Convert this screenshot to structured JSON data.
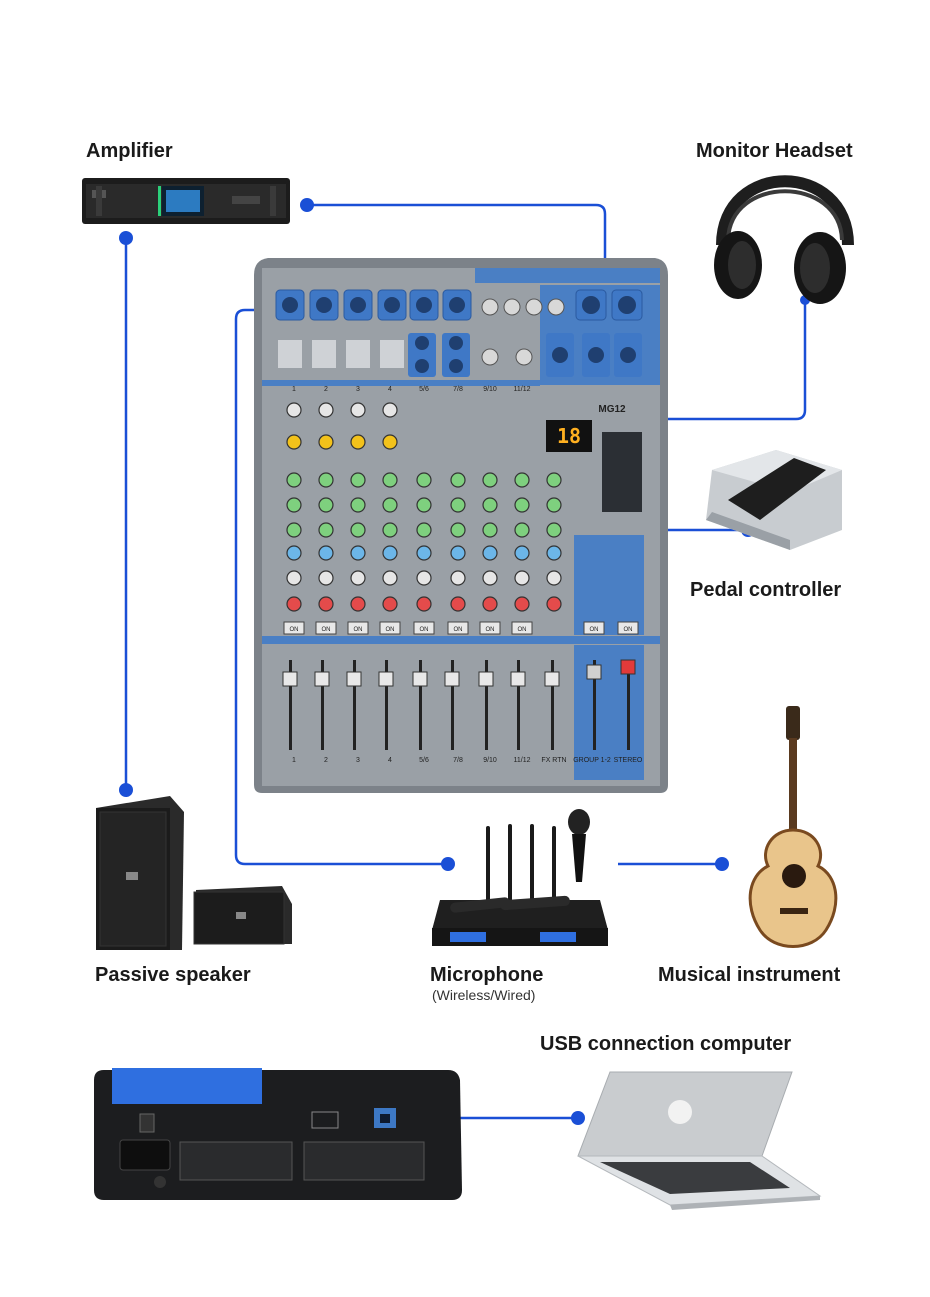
{
  "labels": {
    "amplifier": "Amplifier",
    "monitor_headset": "Monitor Headset",
    "pedal_controller": "Pedal controller",
    "passive_speaker": "Passive speaker",
    "microphone": "Microphone",
    "microphone_sub": "(Wireless/Wired)",
    "musical_instrument": "Musical instrument",
    "usb_computer": "USB connection computer"
  },
  "mixer": {
    "model": "MG12",
    "display": "18",
    "channel_numbers": [
      "1",
      "2",
      "3",
      "4",
      "5/6",
      "7/8",
      "9/10",
      "11/12"
    ],
    "bottom_labels": [
      "1",
      "2",
      "3",
      "4",
      "5/6",
      "7/8",
      "9/10",
      "11/12",
      "FX RTN",
      "GROUP 1-2",
      "STEREO"
    ],
    "on_label": "ON"
  },
  "colors": {
    "connector": "#1a4fd6",
    "mixer_body": "#8a8f96",
    "mixer_blue": "#3d78c4",
    "background": "#ffffff"
  }
}
